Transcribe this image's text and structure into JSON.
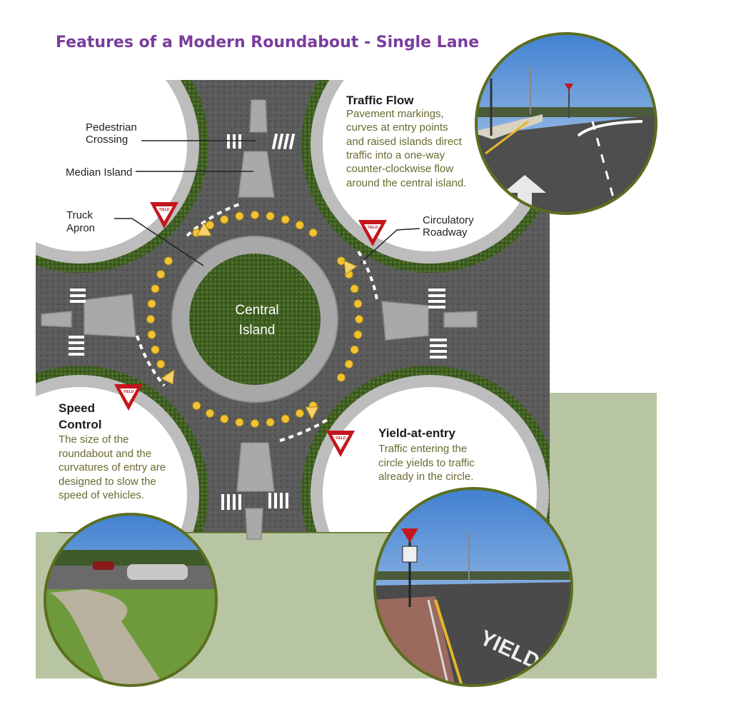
{
  "title": "Features of a Modern Roundabout - Single Lane",
  "colors": {
    "title": "#7a3d9c",
    "panel_border": "#5b6e1f",
    "background_green": "#b8c5a2",
    "description_text": "#6a6a32",
    "yield_red": "#c4161c",
    "flow_markers": "#f2c230"
  },
  "labels": {
    "pedestrian_crossing": [
      "Pedestrian",
      "Crossing"
    ],
    "median_island": "Median Island",
    "truck_apron": [
      "Truck",
      "Apron"
    ],
    "circulatory_roadway": [
      "Circulatory",
      "Roadway"
    ],
    "central_island": [
      "Central",
      "Island"
    ]
  },
  "yield_sign_text": "YIELD",
  "callouts": {
    "traffic_flow": {
      "heading": "Traffic Flow",
      "lines": [
        "Pavement markings,",
        "curves at entry points",
        "and raised islands direct",
        "traffic into a one-way",
        "counter-clockwise flow",
        "around the central island."
      ]
    },
    "speed_control": {
      "heading": [
        "Speed",
        "Control"
      ],
      "lines": [
        "The size of the",
        "roundabout and the",
        "curvatures of entry are",
        "designed to slow the",
        "speed of vehicles."
      ]
    },
    "yield_at_entry": {
      "heading": "Yield-at-entry",
      "lines": [
        "Traffic entering the",
        "circle yields to traffic",
        "already in the circle."
      ]
    }
  },
  "photo_yield_text": "YIELD"
}
